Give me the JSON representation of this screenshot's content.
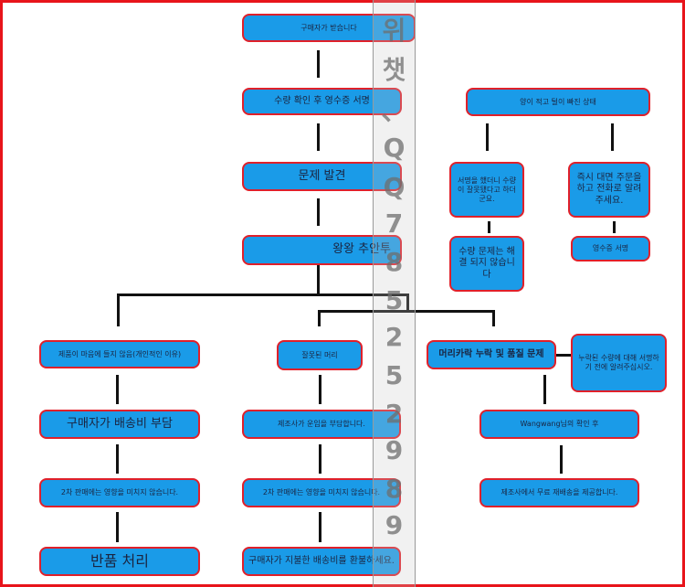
{
  "center": {
    "received": "구매자가 받습니다",
    "sign": "수량 확인 후 영수증 서명",
    "found": "문제 발견",
    "wangwang": "왕왕 추안투"
  },
  "top_right": {
    "root": "양이 적고 털이 빠진 상태",
    "left_a": "서명을 했더니 수량이 잘못됐다고 하더군요.",
    "left_b": "수량 문제는 해결 되지 않습니다",
    "right_a": "즉시 대면 주문을 하고 전화로 알려주세요.",
    "right_b": "영수증 서명"
  },
  "left_col": [
    "제품이 마음에 들지 않음(개인적인 이유)",
    "구매자가 배송비 부담",
    "2차 판매에는 영향을 미치지 않습니다.",
    "반품 처리"
  ],
  "mid_col": [
    "잘못된 머리",
    "제조사가 운임을 부담합니다.",
    "2차 판매에는 영향을 미치지 않습니다.",
    "구매자가 지불한 배송비를 환불하세요."
  ],
  "right_col": {
    "root": "머리카락 누락 및 품질 문제",
    "side": "누락된 수량에 대해 서명하기 전에 알려주십시오.",
    "step1": "Wangwang님의 확인 후",
    "step2": "제조사에서 무료 재배송을 제공합니다."
  },
  "watermark": [
    "위",
    "챗",
    "、",
    "Q",
    "Q",
    "7",
    "8",
    "5",
    "2",
    "5",
    "2",
    "9",
    "8",
    "9"
  ],
  "colors": {
    "box": "#1a9be8",
    "border": "#e0202a",
    "frame": "#e8141b"
  }
}
